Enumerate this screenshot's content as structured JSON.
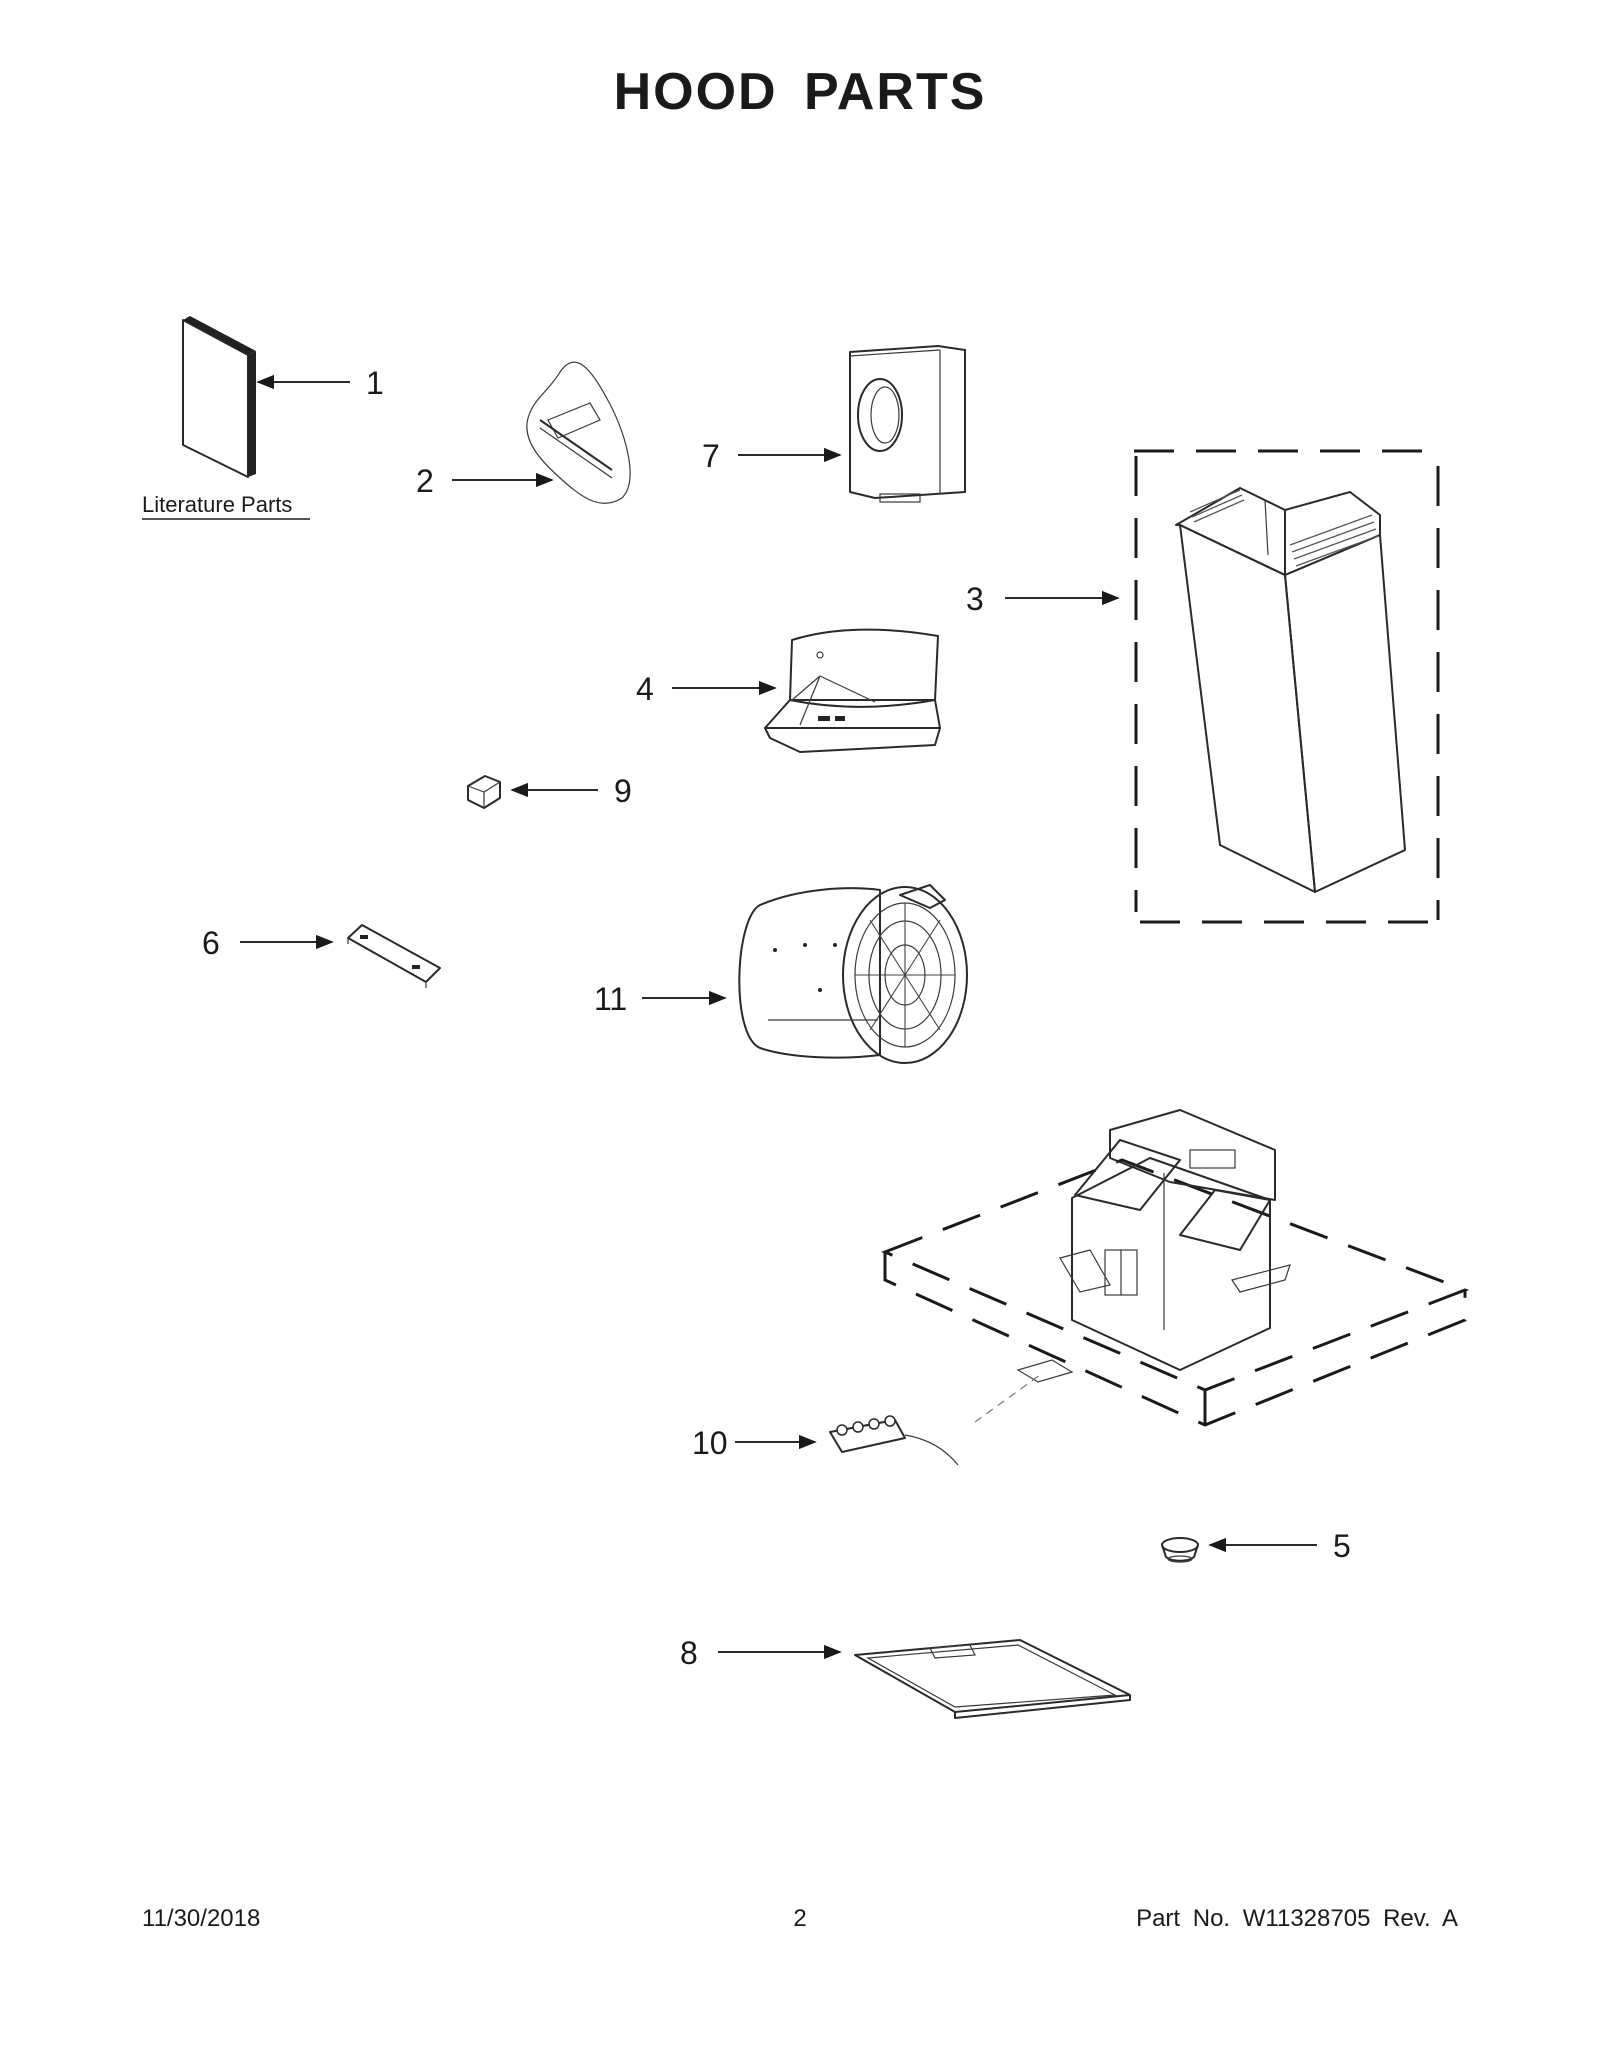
{
  "title": "HOOD PARTS",
  "literature_label": "Literature Parts",
  "callouts": [
    "1",
    "2",
    "3",
    "4",
    "5",
    "6",
    "7",
    "8",
    "9",
    "10",
    "11"
  ],
  "footer": {
    "date": "11/30/2018",
    "page": "2",
    "part_no": "Part No.  W11328705  Rev.  A"
  },
  "colors": {
    "ink": "#1a1a1a",
    "background": "#ffffff"
  }
}
